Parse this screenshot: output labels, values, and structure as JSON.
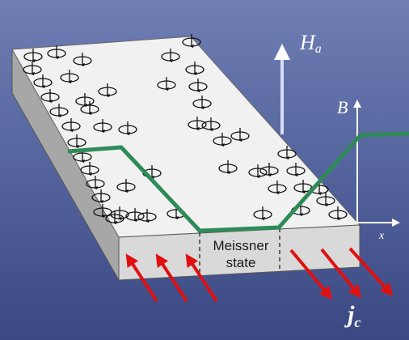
{
  "labels": {
    "field_symbol": "H",
    "field_subscript": "a",
    "induction_symbol": "B",
    "axis_x": "x",
    "current_symbol": "j",
    "current_subscript": "c",
    "region_line1": "Meissner",
    "region_line2": "state"
  },
  "colors": {
    "background_top": "#6f7eb3",
    "background_bottom": "#3b4883",
    "slab_top": "#f1f1f1",
    "slab_front": "#d9d9d9",
    "slab_side": "#a7a7a7",
    "profile_line": "#2e8b57",
    "current_arrows": "#e01010",
    "field_arrow": "#d9dcf5",
    "axes": "#ffffff"
  },
  "icons": [
    "vortex-icon",
    "field-arrow-icon",
    "current-arrow-icon"
  ]
}
